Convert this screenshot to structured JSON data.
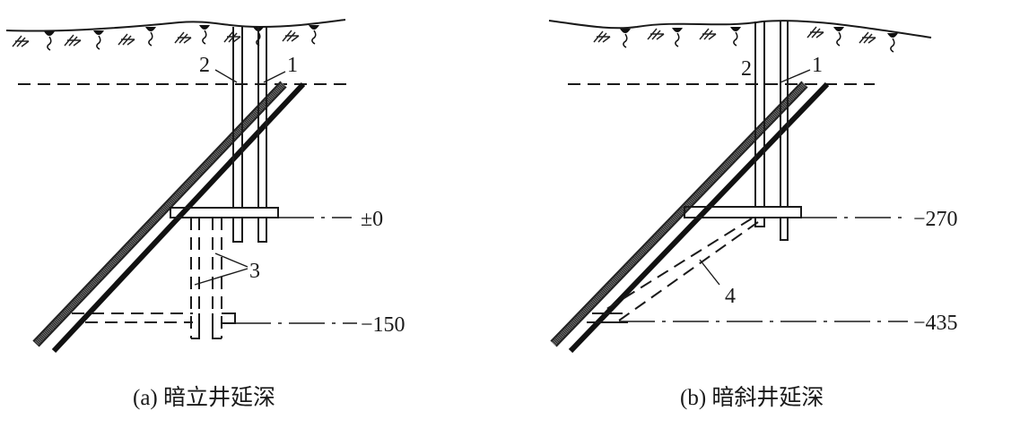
{
  "panel_a": {
    "caption": "(a) 暗立井延深",
    "labels": {
      "shaft_2": "2",
      "shaft_1": "1",
      "winze_3": "3"
    },
    "levels": {
      "upper": "±0",
      "lower": "−150"
    }
  },
  "panel_b": {
    "caption": "(b) 暗斜井延深",
    "labels": {
      "shaft_2": "2",
      "shaft_1": "1",
      "incline_4": "4"
    },
    "levels": {
      "upper": "−270",
      "lower": "−435"
    }
  }
}
